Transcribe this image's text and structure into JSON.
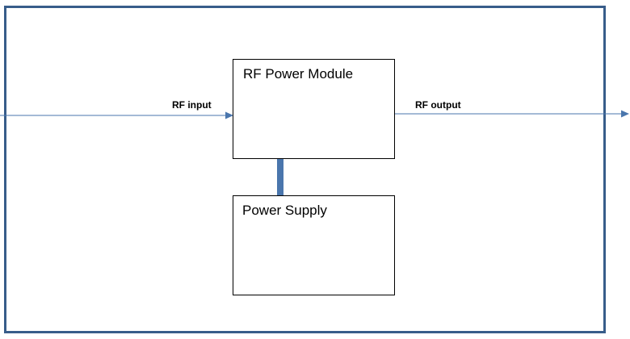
{
  "diagram": {
    "module": {
      "label": "RF Power Module"
    },
    "supply": {
      "label": "Power Supply"
    },
    "rf_input": {
      "label": "RF input"
    },
    "rf_output": {
      "label": "RF output"
    },
    "colors": {
      "frame": "#385d8a",
      "signal_line": "#4a76ad",
      "connector": "#4a76ad",
      "block_border": "#000000"
    }
  }
}
